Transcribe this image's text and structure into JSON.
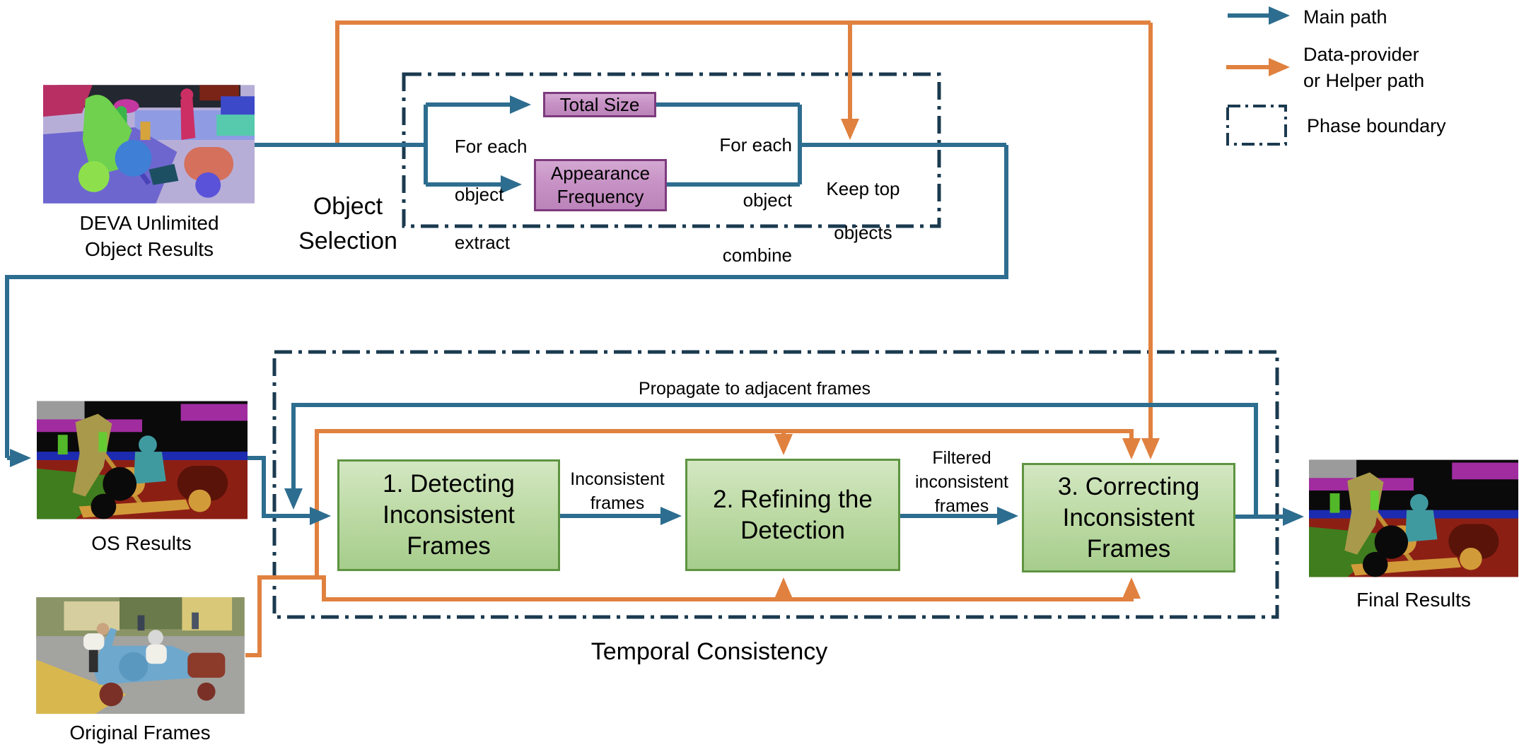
{
  "legend": {
    "main_path": "Main path",
    "helper_line1": "Data-provider",
    "helper_line2": "or Helper path",
    "phase_boundary": "Phase boundary"
  },
  "phases": {
    "object_selection": {
      "line1": "Object",
      "line2": "Selection"
    },
    "temporal_consistency": {
      "label": "Temporal Consistency"
    }
  },
  "nodes": {
    "deva": {
      "line1": "DEVA Unlimited",
      "line2": "Object Results"
    },
    "os": {
      "caption": "OS Results"
    },
    "original": {
      "caption": "Original Frames"
    },
    "final": {
      "caption": "Final Results"
    }
  },
  "selection": {
    "extract": [
      "For each",
      "object",
      "extract"
    ],
    "total_size": "Total Size",
    "appearance": [
      "Appearance",
      "Frequency"
    ],
    "combine": [
      "For each",
      "object",
      "combine"
    ],
    "keep_top": [
      "Keep top",
      "objects"
    ]
  },
  "tc": {
    "box1": [
      "1. Detecting",
      "Inconsistent",
      "Frames"
    ],
    "box2": [
      "2. Refining the",
      "Detection"
    ],
    "box3": [
      "3. Correcting",
      "Inconsistent",
      "Frames"
    ],
    "inconsistent": [
      "Inconsistent",
      "frames"
    ],
    "filtered": [
      "Filtered",
      "inconsistent",
      "frames"
    ],
    "propagate": "Propagate to adjacent frames"
  },
  "colors": {
    "main_path": "#2d6d8f",
    "helper_path": "#e0813f",
    "phase_boundary": "#1b3a4f",
    "process_fill": "#bcdaa4",
    "process_border": "#5d9441",
    "metric_fill": "#c792c5",
    "metric_border": "#7d3b7d"
  }
}
